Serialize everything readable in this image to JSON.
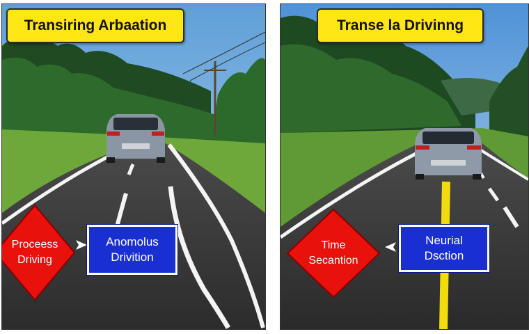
{
  "left_panel": {
    "title": "Transiring Arbaation",
    "diamond_line1": "Proceess",
    "diamond_line2": "Driving",
    "box_line1": "Anomolus",
    "box_line2": "Drivition"
  },
  "right_panel": {
    "title": "Transe la Drivinng",
    "diamond_line1": "Time",
    "diamond_line2": "Secantion",
    "box_line1": "Neurial",
    "box_line2": "Dsction"
  },
  "colors": {
    "badge_yellow": "#ffe614",
    "diamond_red": "#e8110c",
    "box_blue": "#1a2fd1",
    "center_line_yellow": "#f2dc0f"
  }
}
